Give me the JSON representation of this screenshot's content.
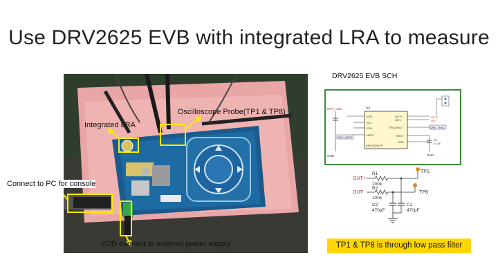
{
  "title": "Use DRV2625 EVB with integrated LRA to measure",
  "photo": {
    "labels": {
      "probe": "Oscilloscope Probe(TP1 & TP8)",
      "lra": "Integrated LRA",
      "pc": "Connect to PC for console",
      "vdd": "VDD connect to external power supply"
    }
  },
  "schematic": {
    "title": "DRV2625 EVB SCH",
    "ic": {
      "ref": "U1",
      "part": "DRV2625YFF",
      "pins_left": [
        "VDD",
        "SCL",
        "SDA",
        "NRST"
      ],
      "pins_right": [
        "OUT+",
        "OUT-",
        "TRIG/INTZ",
        "REXT",
        "GND"
      ],
      "nets": [
        "DRV_VDD",
        "DRV_NRST",
        "DRV_TRIG",
        "GND",
        "OUT+",
        "OUT-"
      ],
      "cap": "C4",
      "cap_value": "0.1uF"
    },
    "filter": {
      "r1": "R1",
      "r1_value": "100k",
      "r2": "R2",
      "r2_value": "100k",
      "c1": "C1",
      "c1_value": "470pF",
      "c2": "C2",
      "c2_value": "470pF",
      "out_plus": "OUT+",
      "out_minus": "OUT-",
      "tp1": "TP1",
      "tp8": "TP8"
    }
  },
  "note": "TP1 & TP8 is through low pass filter"
}
